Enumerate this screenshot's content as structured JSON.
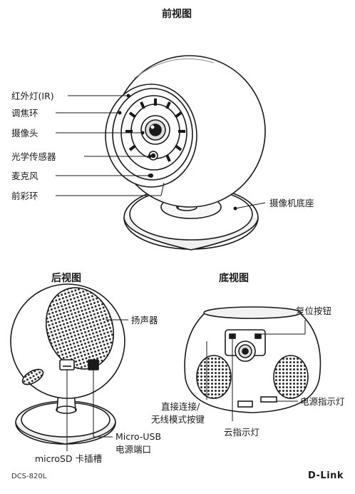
{
  "sections": {
    "front": "前视图",
    "back": "后视图",
    "bottom": "底视图"
  },
  "front_labels": {
    "ir": "红外灯(IR)",
    "focus_ring": "调焦环",
    "camera": "摄像头",
    "light_sensor": "光学传感器",
    "microphone": "麦克风",
    "front_ring": "前彩环",
    "base": "摄像机底座"
  },
  "back_labels": {
    "speaker": "扬声器",
    "microsd": "microSD 卡插槽",
    "usb_line1": "Micro-USB",
    "usb_line2": "电源端口"
  },
  "bottom_labels": {
    "reset": "复位按钮",
    "power_led": "电源指示灯",
    "direct_line1": "直接连接/",
    "direct_line2": "无线模式按键",
    "cloud_led": "云指示灯"
  },
  "footer": {
    "model": "DCS-820L",
    "brand": "D-Link"
  }
}
